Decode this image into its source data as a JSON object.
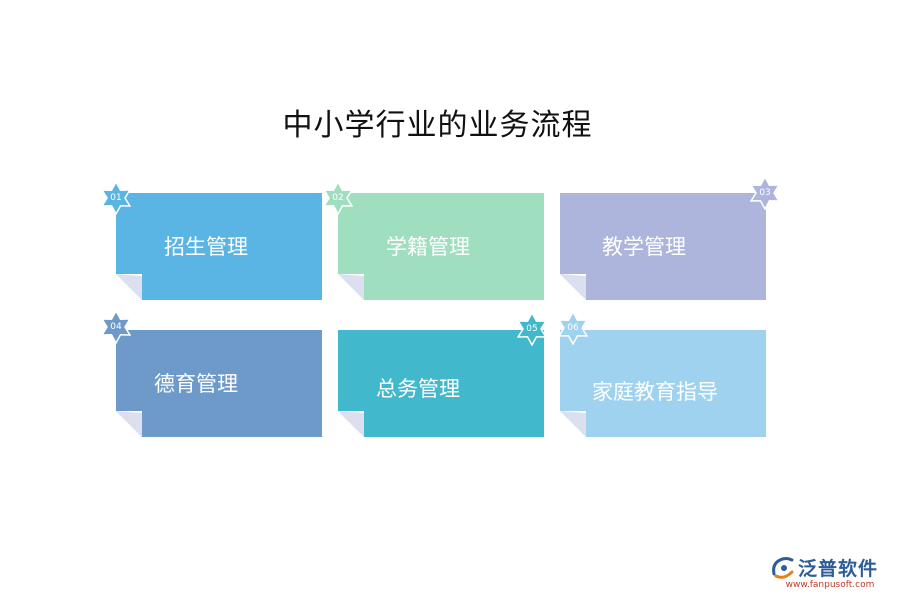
{
  "title": "中小学行业的业务流程",
  "cards": [
    {
      "num": "01",
      "label": "招生管理",
      "color": "#5ab5e4",
      "badge_color": "#5ab5e4"
    },
    {
      "num": "02",
      "label": "学籍管理",
      "color": "#9fdfc0",
      "badge_color": "#9fdfc0"
    },
    {
      "num": "03",
      "label": "教学管理",
      "color": "#adb5dc",
      "badge_color": "#adb5dc"
    },
    {
      "num": "04",
      "label": "德育管理",
      "color": "#6d9ac9",
      "badge_color": "#6d9ac9"
    },
    {
      "num": "05",
      "label": "总务管理",
      "color": "#41b8cc",
      "badge_color": "#41b8cc"
    },
    {
      "num": "06",
      "label": "家庭教育指导",
      "color": "#9fd2ee",
      "badge_color": "#9fd2ee"
    }
  ],
  "logo": {
    "name": "泛普软件",
    "url": "www.fanpusoft.com",
    "icon": "fanpu-logo-icon",
    "primary_color": "#2c5d9a",
    "accent_color": "#e67e22"
  }
}
